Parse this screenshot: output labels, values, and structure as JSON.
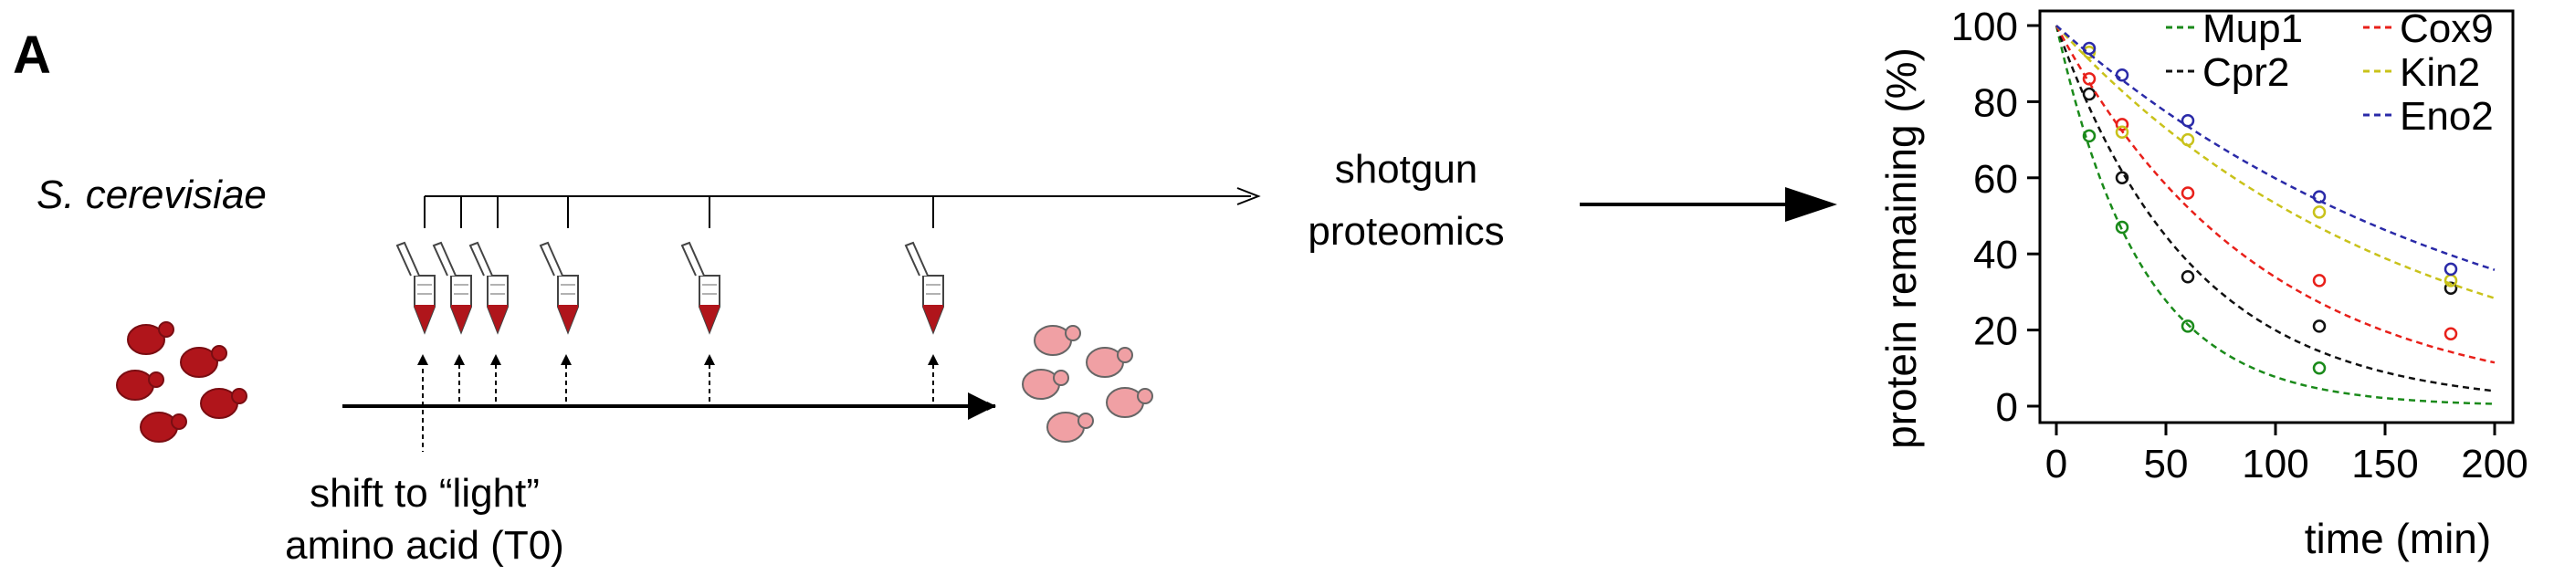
{
  "panel_label": "A",
  "organism": "S. cerevisiae",
  "workflow": {
    "shift_label_line1": "shift to “light”",
    "shift_label_line2": "amino acid (T0)",
    "output_line1": "shotgun",
    "output_line2": "proteomics"
  },
  "colors": {
    "heavy_cell": "#b0151b",
    "light_cell": "#f0a0a4",
    "tube_liquid": "#b0151b"
  },
  "chart_data": {
    "type": "scatter",
    "title": "",
    "xlabel": "time (min)",
    "ylabel": "protein remaining (%)",
    "xlim": [
      0,
      200
    ],
    "ylim": [
      0,
      100
    ],
    "x_ticks": [
      0,
      50,
      100,
      150,
      200
    ],
    "y_ticks": [
      0,
      20,
      40,
      60,
      80,
      100
    ],
    "grid": false,
    "legend_placement": "top-right",
    "series": [
      {
        "name": "Mup1",
        "color": "#1a8a1a",
        "x": [
          15,
          30,
          60,
          120
        ],
        "y": [
          71,
          47,
          21,
          10
        ],
        "fit_halflife_min": 27
      },
      {
        "name": "Cpr2",
        "color": "#111111",
        "x": [
          15,
          30,
          60,
          120,
          180
        ],
        "y": [
          82,
          60,
          34,
          21,
          31
        ],
        "fit_halflife_min": 43
      },
      {
        "name": "Cox9",
        "color": "#e8201a",
        "x": [
          15,
          30,
          60,
          120,
          180
        ],
        "y": [
          86,
          74,
          56,
          33,
          19
        ],
        "fit_halflife_min": 64
      },
      {
        "name": "Kin2",
        "color": "#c9c21a",
        "x": [
          15,
          30,
          60,
          120,
          180
        ],
        "y": [
          93,
          72,
          70,
          51,
          33
        ],
        "fit_halflife_min": 110
      },
      {
        "name": "Eno2",
        "color": "#2a2aa8",
        "x": [
          15,
          30,
          60,
          120,
          180
        ],
        "y": [
          94,
          87,
          75,
          55,
          36
        ],
        "fit_halflife_min": 135
      }
    ]
  }
}
